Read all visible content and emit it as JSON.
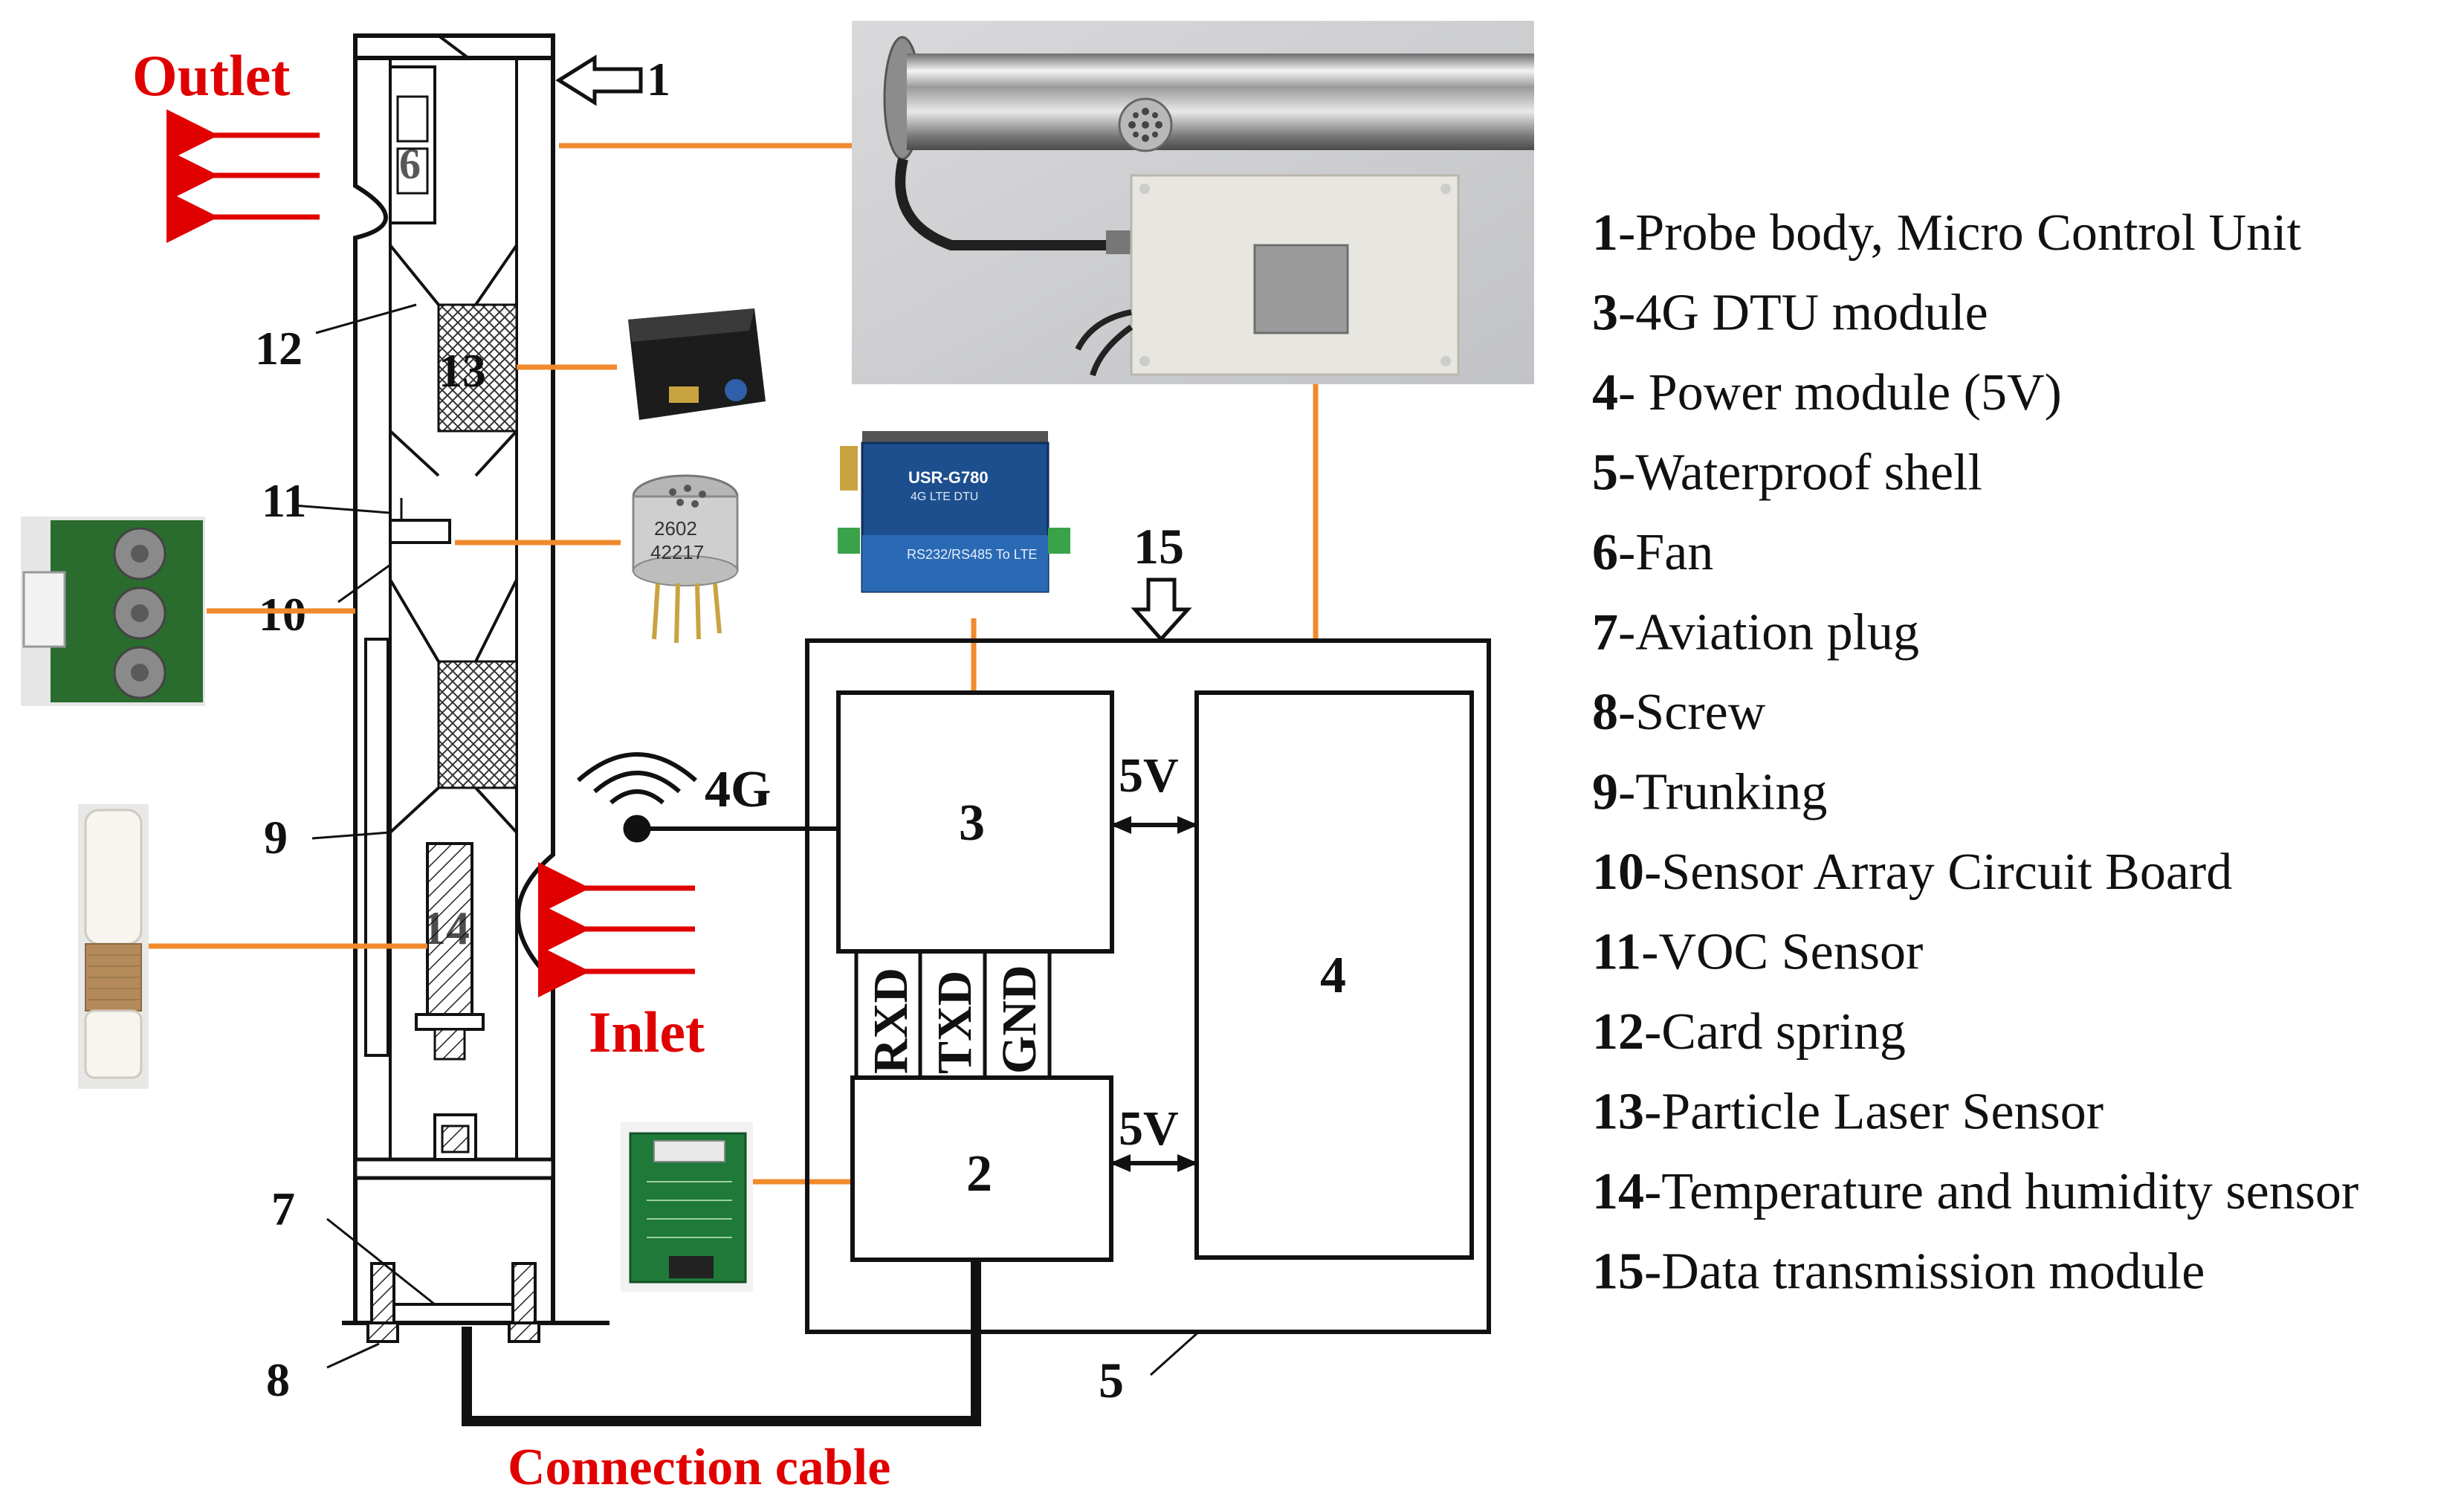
{
  "labels": {
    "outlet": "Outlet",
    "inlet": "Inlet",
    "connection_cable": "Connection cable",
    "signal_4g": "4G",
    "v5_top": "5V",
    "v5_bottom": "5V",
    "rxd": "RXD",
    "txd": "TXD",
    "gnd": "GND",
    "dtu_model": "USR-G780",
    "dtu_sub": "4G LTE DTU",
    "dtu_bottom": "RS232/RS485 To LTE",
    "voc_code_1": "2602",
    "voc_code_2": "42217"
  },
  "callouts": {
    "n1": "1",
    "n2": "2",
    "n3": "3",
    "n4": "4",
    "n5": "5",
    "n6": "6",
    "n7": "7",
    "n8": "8",
    "n9": "9",
    "n10": "10",
    "n11": "11",
    "n12": "12",
    "n13": "13",
    "n14": "14",
    "n15": "15"
  },
  "legend": [
    {
      "num": "1",
      "text": "-Probe body, Micro Control Unit"
    },
    {
      "num": "3",
      "text": "-4G DTU module"
    },
    {
      "num": "4",
      "text": "- Power module (5V)"
    },
    {
      "num": "5",
      "text": "-Waterproof shell"
    },
    {
      "num": "6",
      "text": "-Fan"
    },
    {
      "num": "7",
      "text": "-Aviation plug"
    },
    {
      "num": "8",
      "text": "-Screw"
    },
    {
      "num": "9",
      "text": "-Trunking"
    },
    {
      "num": "10",
      "text": "-Sensor Array Circuit Board"
    },
    {
      "num": "11",
      "text": "-VOC Sensor"
    },
    {
      "num": "12",
      "text": "-Card spring"
    },
    {
      "num": "13",
      "text": "-Particle Laser Sensor"
    },
    {
      "num": "14",
      "text": "-Temperature and humidity sensor"
    },
    {
      "num": "15",
      "text": "-Data transmission module"
    }
  ],
  "colors": {
    "connector": "#f08a2c",
    "arrow_red": "#e00000",
    "ink": "#111111"
  }
}
